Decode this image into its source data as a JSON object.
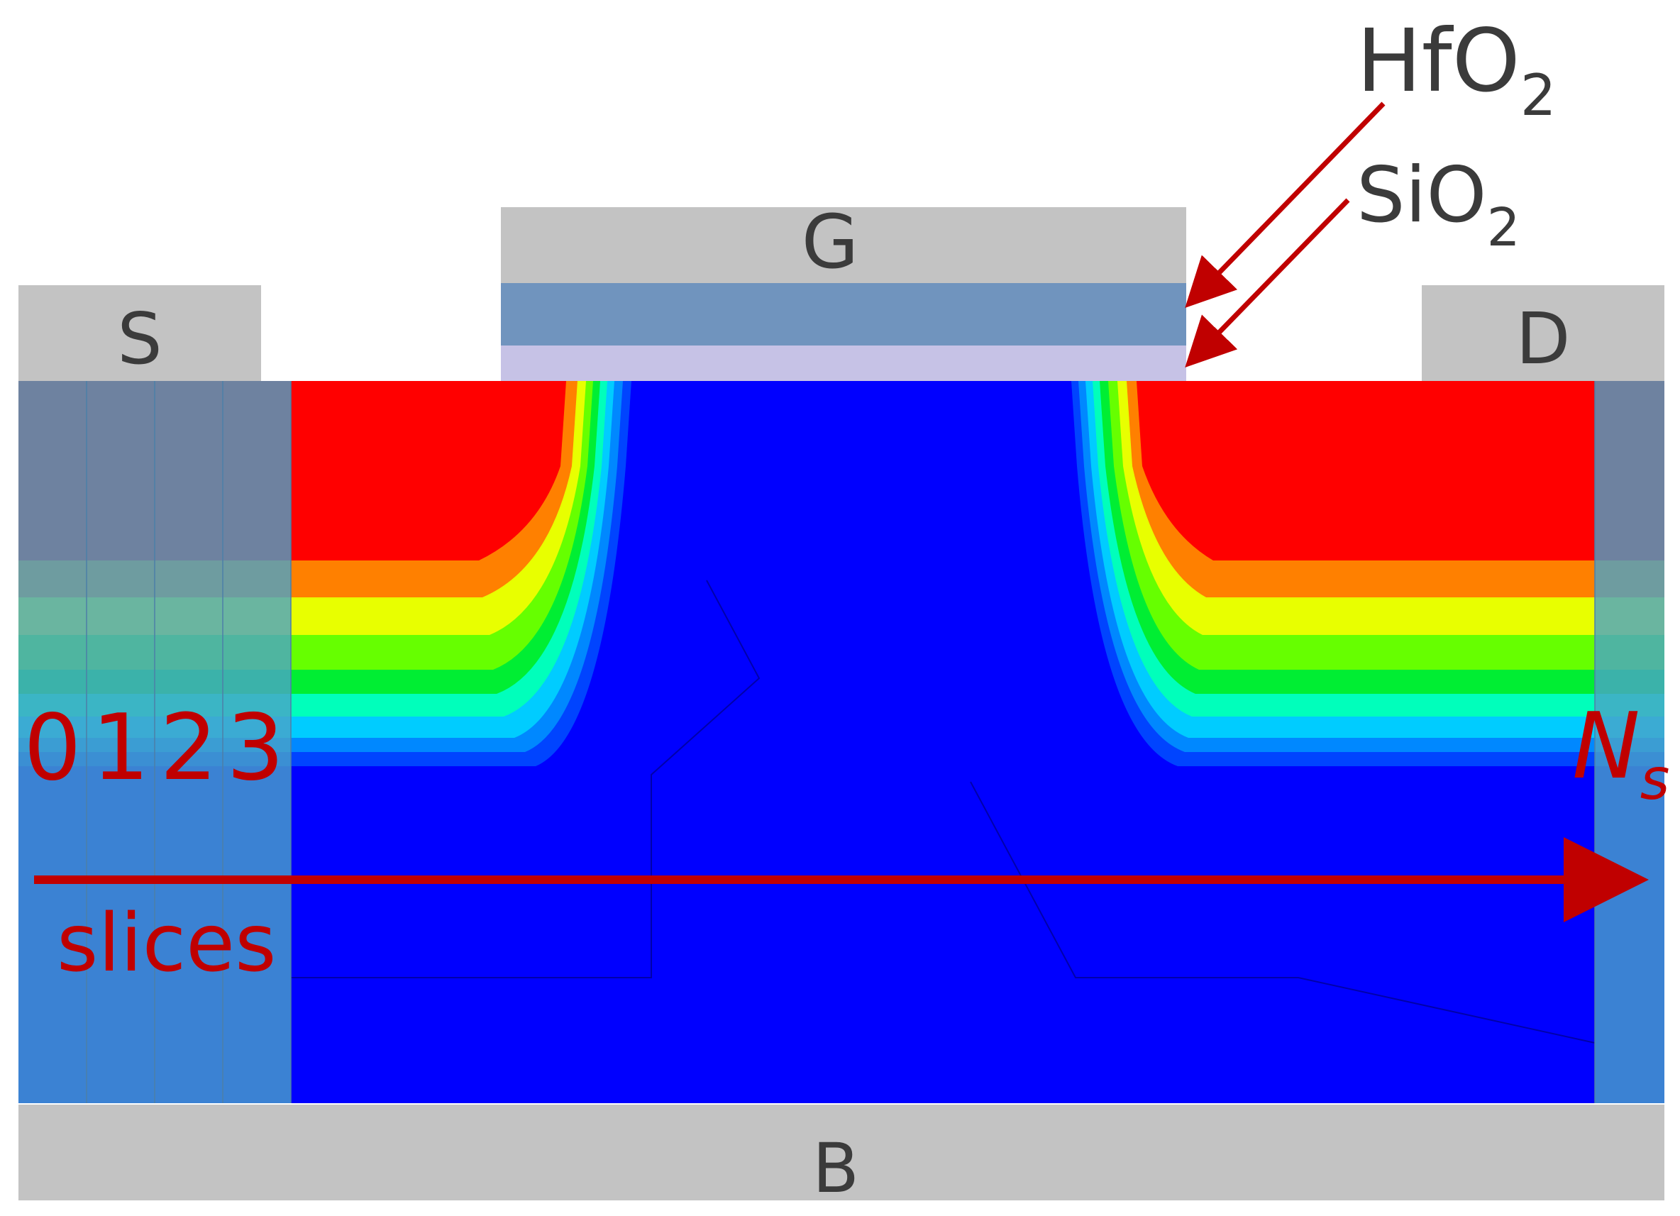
{
  "labels": {
    "gate": "G",
    "source": "S",
    "drain": "D",
    "body": "B",
    "hfo2_main": "HfO",
    "hfo2_sub": "2",
    "sio2_main": "SiO",
    "sio2_sub": "2",
    "slice_0": "0",
    "slice_1": "1",
    "slice_2": "2",
    "slice_3": "3",
    "ns_main": "N",
    "ns_sub": "s",
    "slices": "slices"
  },
  "colors": {
    "contact": "#c3c3c3",
    "hfo2": "#7094be",
    "sio2": "#c6c2e6",
    "channel_base": "#0000ff",
    "slice_overlay": "#4aa3c8",
    "annotation": "#c00000",
    "label_text": "#3b3b3b",
    "contour_levels": [
      "#ff0000",
      "#ff8000",
      "#e8ff00",
      "#66ff00",
      "#00ee33",
      "#00ffbb",
      "#00ccff",
      "#0088ff",
      "#0044ff",
      "#0000ff"
    ]
  }
}
